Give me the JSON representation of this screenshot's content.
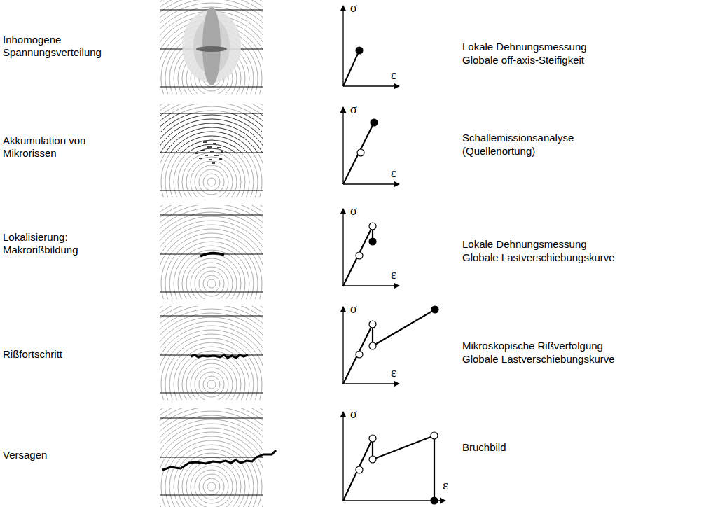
{
  "diagram": {
    "labels": [
      "Inhomogene Spannungsverteilung",
      "σ",
      "ε",
      "Lokale Dehnungsmessung",
      "Globale off-axis-Steifigkeit",
      "Akkumulation von Mikrorissen",
      "σ",
      "ε",
      "Schallemissionsanalyse",
      "(Quellenortung)",
      "Lokalisierung: Makrorißbildung",
      "σ",
      "ε",
      "Lokale Dehnungsmessung",
      "Globale Lastverschiebungskurve",
      "Rißfortschritt",
      "σ",
      "ε",
      "Mikroskopische Rißverfolgung",
      "Globale Lastverschiebungskurve",
      "Versagen",
      "σ",
      "ε",
      "Bruchbild"
    ]
  }
}
